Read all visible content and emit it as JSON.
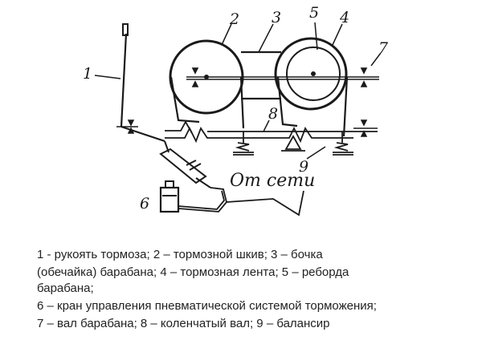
{
  "diagram": {
    "labels": {
      "n1": "1",
      "n2": "2",
      "n3": "3",
      "n4": "4",
      "n5": "5",
      "n6": "6",
      "n7": "7",
      "n8": "8",
      "n9": "9"
    },
    "network_label": "От сети"
  },
  "legend": {
    "line1": "1 - рукоять тормоза; 2 – тормозной шкив;  3 – бочка",
    "line2": "(обечайка) барабана; 4 – тормозная лента;  5 – реборда",
    "line3": "барабана;",
    "line4": "6 – кран управления пневматической системой  торможения;",
    "line5": "7 – вал барабана; 8 – коленчатый вал; 9 – балансир"
  }
}
